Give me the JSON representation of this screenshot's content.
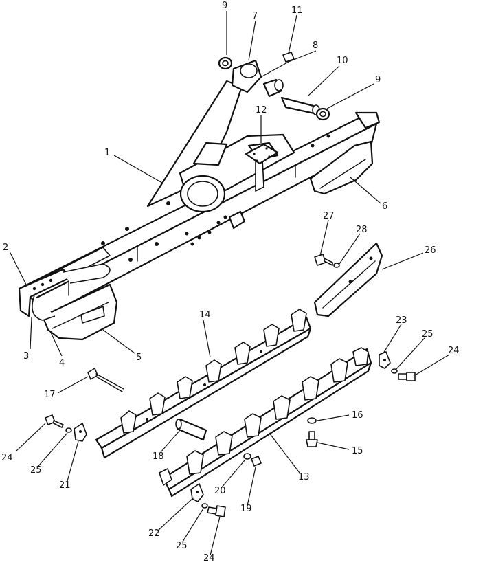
{
  "diagram": {
    "colors": {
      "line": "#111111",
      "background": "#ffffff"
    },
    "callouts": [
      {
        "id": "c9a",
        "label": "9"
      },
      {
        "id": "c7",
        "label": "7"
      },
      {
        "id": "c11",
        "label": "11"
      },
      {
        "id": "c8",
        "label": "8"
      },
      {
        "id": "c10",
        "label": "10"
      },
      {
        "id": "c9b",
        "label": "9"
      },
      {
        "id": "c12",
        "label": "12"
      },
      {
        "id": "c1",
        "label": "1"
      },
      {
        "id": "c6",
        "label": "6"
      },
      {
        "id": "c2",
        "label": "2"
      },
      {
        "id": "c27",
        "label": "27"
      },
      {
        "id": "c28",
        "label": "28"
      },
      {
        "id": "c26",
        "label": "26"
      },
      {
        "id": "c3",
        "label": "3"
      },
      {
        "id": "c4",
        "label": "4"
      },
      {
        "id": "c5",
        "label": "5"
      },
      {
        "id": "c14",
        "label": "14"
      },
      {
        "id": "c23",
        "label": "23"
      },
      {
        "id": "c25a",
        "label": "25"
      },
      {
        "id": "c24a",
        "label": "24"
      },
      {
        "id": "c17",
        "label": "17"
      },
      {
        "id": "c16",
        "label": "16"
      },
      {
        "id": "c15",
        "label": "15"
      },
      {
        "id": "c24b",
        "label": "24"
      },
      {
        "id": "c25b",
        "label": "25"
      },
      {
        "id": "c18",
        "label": "18"
      },
      {
        "id": "c21",
        "label": "21"
      },
      {
        "id": "c13",
        "label": "13"
      },
      {
        "id": "c20",
        "label": "20"
      },
      {
        "id": "c19",
        "label": "19"
      },
      {
        "id": "c22",
        "label": "22"
      },
      {
        "id": "c25c",
        "label": "25"
      },
      {
        "id": "c24c",
        "label": "24"
      }
    ]
  }
}
